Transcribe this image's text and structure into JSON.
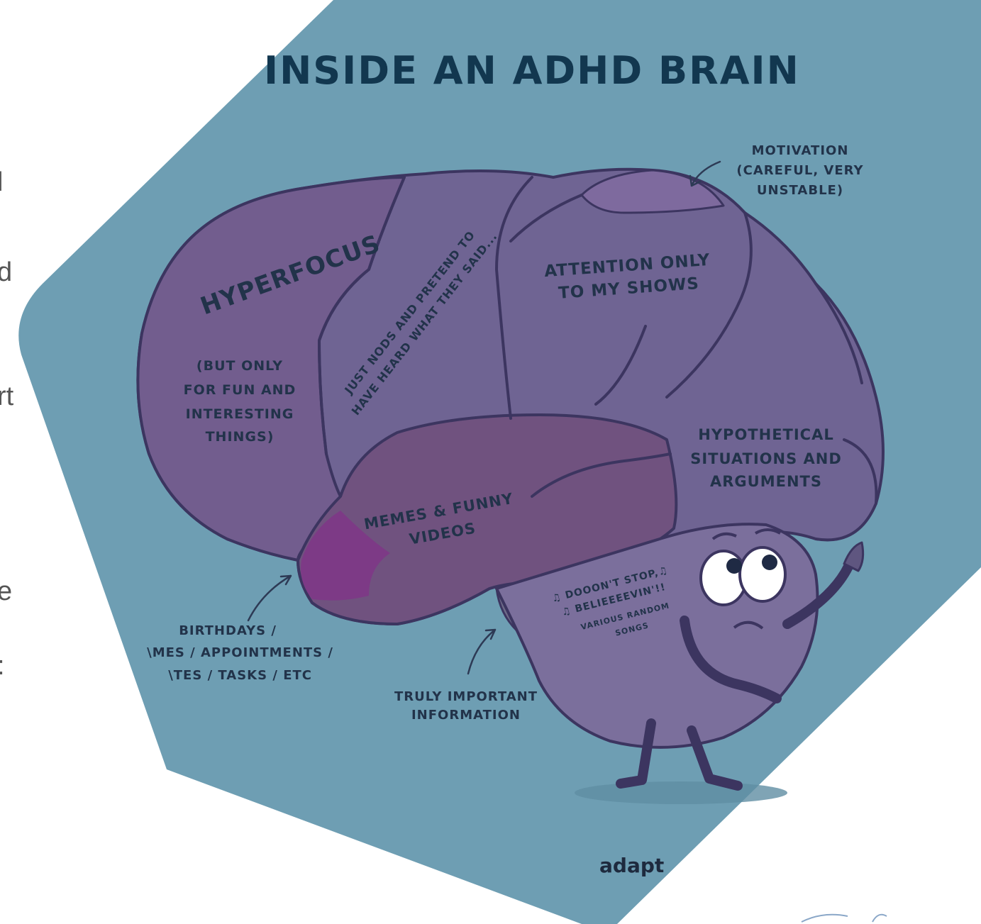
{
  "left_fragments": [
    "l",
    "d",
    "rt",
    "e",
    ":"
  ],
  "title": "INSIDE AN ADHD BRAIN",
  "motivation": [
    "MOTIVATION",
    "(CAREFUL, VERY",
    "UNSTABLE)"
  ],
  "hyperfocus": "HYPERFOCUS",
  "hyperfocus_note": [
    "(BUT ONLY",
    "FOR FUN AND",
    "INTERESTING",
    "THINGS)"
  ],
  "nods": [
    "JUST NODS AND PRETEND TO",
    "HAVE HEARD WHAT THEY SAID..."
  ],
  "attention": [
    "ATTENTION ONLY",
    "TO MY SHOWS"
  ],
  "hypothetical": [
    "HYPOTHETICAL",
    "SITUATIONS AND",
    "ARGUMENTS"
  ],
  "memes": [
    "MEMES & FUNNY",
    "VIDEOS"
  ],
  "songs": [
    "♫ DOOON'T STOP,♫",
    "♫ BELIEEEEVIN'!!",
    "VARIOUS RANDOM",
    "SONGS"
  ],
  "birthdays": [
    "BIRTHDAYS /",
    "\\MES / APPOINTMENTS /",
    "\\TES / TASKS / ETC"
  ],
  "important": [
    "TRULY IMPORTANT",
    "INFORMATION"
  ],
  "brand": "adapt",
  "colors": {
    "panel": "#6e9eb3",
    "brain_main": "#6f6493",
    "brain_purple": "#7a5a8c",
    "temporal": "#70527f",
    "amygdala": "#7d3a86",
    "outline": "#3c3560",
    "title": "#12374f"
  }
}
